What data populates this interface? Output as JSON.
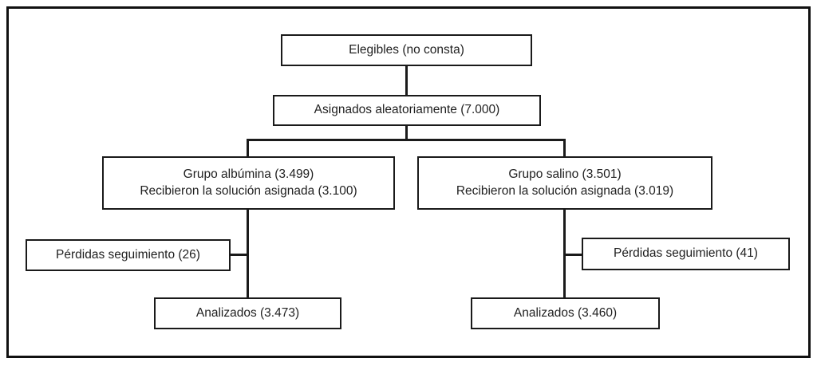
{
  "flowchart": {
    "eligible": {
      "label": "Elegibles (no consta)"
    },
    "randomized": {
      "label": "Asignados aleatoriamente (7.000)"
    },
    "albumin_group": {
      "line1": "Grupo albúmina (3.499)",
      "line2": "Recibieron la solución asignada (3.100)"
    },
    "saline_group": {
      "line1": "Grupo salino (3.501)",
      "line2": "Recibieron la solución asignada (3.019)"
    },
    "albumin_lost": {
      "label": "Pérdidas seguimiento (26)"
    },
    "saline_lost": {
      "label": "Pérdidas seguimiento (41)"
    },
    "albumin_analyzed": {
      "label": "Analizados (3.473)"
    },
    "saline_analyzed": {
      "label": "Analizados (3.460)"
    },
    "colors": {
      "line": "#1a1a1a",
      "frame": "#111111",
      "background": "#ffffff"
    }
  }
}
